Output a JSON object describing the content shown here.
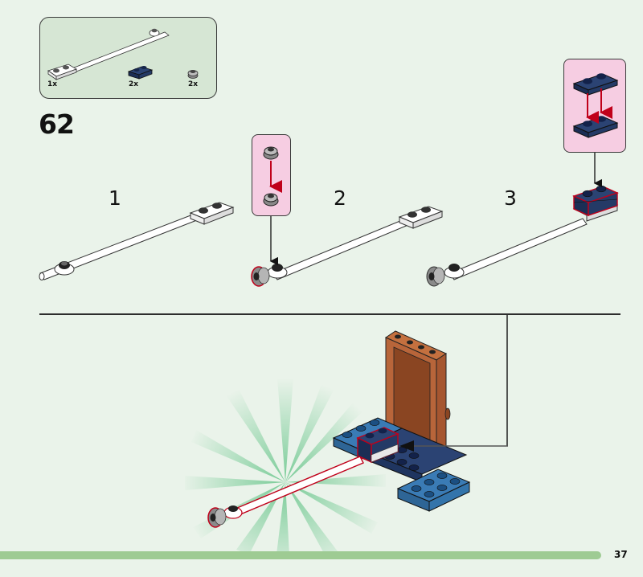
{
  "page": {
    "step_number": "62",
    "page_number": "37"
  },
  "parts_list": [
    {
      "quantity": "1x",
      "part": "white-rod-with-plate"
    },
    {
      "quantity": "2x",
      "part": "dark-blue-plate-1x2"
    },
    {
      "quantity": "2x",
      "part": "light-gray-round-plate"
    }
  ],
  "sub_steps": [
    {
      "label": "1"
    },
    {
      "label": "2"
    },
    {
      "label": "3"
    }
  ],
  "colors": {
    "background": "#eaf3ea",
    "parts_box": "#d6e6d4",
    "callout": "#f6cde2",
    "highlight": "#c0001a",
    "dark_blue": "#1f3560",
    "medium_blue": "#3a7bb5",
    "reddish_brown": "#b8653a",
    "burst": "#7fcf9a",
    "page_bar": "#9ecb93"
  }
}
